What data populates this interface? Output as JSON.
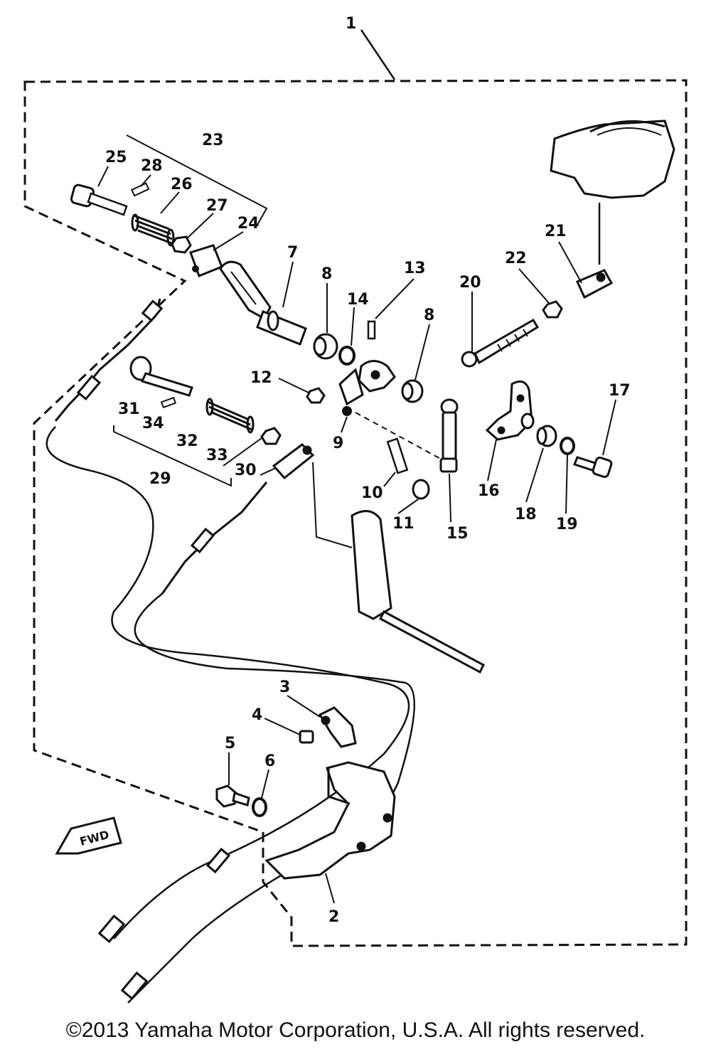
{
  "diagram": {
    "part_labels": [
      "1",
      "2",
      "3",
      "4",
      "5",
      "6",
      "7",
      "8",
      "9",
      "10",
      "11",
      "12",
      "13",
      "14",
      "15",
      "16",
      "17",
      "18",
      "19",
      "20",
      "21",
      "22",
      "23",
      "24",
      "25",
      "26",
      "27",
      "28",
      "29",
      "30",
      "31",
      "32",
      "33",
      "34"
    ],
    "second_label_8": "8",
    "fwd_marker": "FWD"
  },
  "footer": {
    "copyright": "©2013 Yamaha Motor Corporation, U.S.A. All rights reserved."
  }
}
